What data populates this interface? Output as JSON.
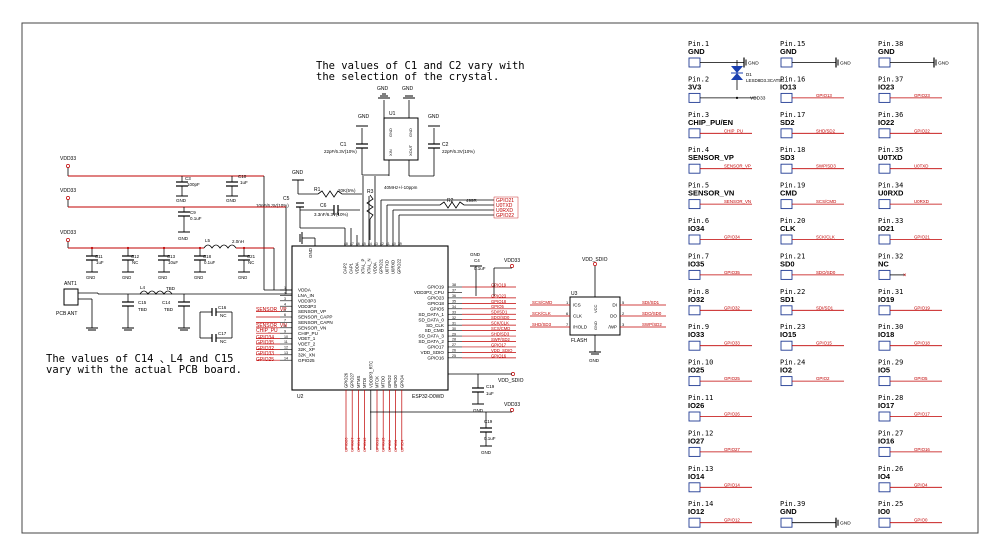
{
  "notes": {
    "crystal_line1": "The values of C1 and C2 vary with",
    "crystal_line2": "the selection of the crystal.",
    "pcb_line1": "The values of C14 、L4 and C15",
    "pcb_line2": "vary with the actual PCB board."
  },
  "net_labels": {
    "vdd33": "VDD33",
    "gnd": "GND",
    "vdd_sdio": "VDD_SDIO",
    "sensor_vp": "SENSOR_VP",
    "sensor_vn": "SENSOR_VN",
    "chip_pu": "CHIP_PU"
  },
  "components": {
    "u1": {
      "ref": "U1",
      "pins": [
        "GND",
        "XIN",
        "GND",
        "XOUT"
      ],
      "value": "40MHz+/-10ppm"
    },
    "c1": {
      "ref": "C1",
      "value": "22pF/6.3V(10%)"
    },
    "c2": {
      "ref": "C2",
      "value": "22pF/6.3V(10%)"
    },
    "r1": {
      "ref": "R1",
      "value": "20K(5%)"
    },
    "c5": {
      "ref": "C5",
      "value": "10nF/6.3V(10%)"
    },
    "c6": {
      "ref": "C6",
      "value": "3.3nF/6.3V(10%)"
    },
    "r2": {
      "ref": "R2",
      "value": "499R"
    },
    "r3": {
      "ref": "R3"
    },
    "c3": {
      "ref": "C3",
      "value": "100pF"
    },
    "c10": {
      "ref": "C10",
      "value": "1uF"
    },
    "c9": {
      "ref": "C9",
      "value": "0.1uF"
    },
    "c11": {
      "ref": "C11",
      "value": "1uF"
    },
    "c12": {
      "ref": "C12",
      "value": "NC"
    },
    "c13": {
      "ref": "C13",
      "value": "10uF"
    },
    "c18": {
      "ref": "C18",
      "value": "0.1uF"
    },
    "c21": {
      "ref": "C21",
      "value": "NC"
    },
    "l5": {
      "ref": "L5",
      "value": "2.0nH"
    },
    "l4": {
      "ref": "L4",
      "value": "TBD"
    },
    "c15": {
      "ref": "C15",
      "value": "TBD"
    },
    "c14": {
      "ref": "C14",
      "value": "TBD"
    },
    "c16": {
      "ref": "C16",
      "value": "NC"
    },
    "c17": {
      "ref": "C17",
      "value": "NC"
    },
    "c4": {
      "ref": "C4",
      "value": "0.1uF"
    },
    "c19b": {
      "ref": "C19",
      "value": "1uF"
    },
    "c19": {
      "ref": "C19",
      "value": "0.1uF"
    },
    "d1": {
      "ref": "D1",
      "value": "LESD8D3.3CAT5G"
    },
    "ant": {
      "ref": "ANT1",
      "value": "PCB ANT"
    },
    "u2": {
      "ref": "U2",
      "value": "ESP32-D0WD"
    },
    "u3": {
      "ref": "U3",
      "value": "FLASH",
      "left_pins": [
        "/CS",
        "CLK",
        "/HOLD"
      ],
      "right_pins": [
        "DI",
        "DO",
        "/WP"
      ],
      "top_pin": "VCC",
      "bottom_pin": "GND",
      "left_nums": [
        "1",
        "6",
        "7"
      ],
      "right_nums": [
        "5",
        "2",
        "3"
      ],
      "left_nets": [
        "SCS/CMD",
        "SCK/CLK",
        "SHD/SD3"
      ],
      "right_nets": [
        "SDI/SD1",
        "SDO/SD0",
        "SWP/SD2"
      ]
    }
  },
  "u2_left_pins": [
    {
      "num": "1",
      "name": "VDDA"
    },
    {
      "num": "2",
      "name": "LNA_IN"
    },
    {
      "num": "3",
      "name": "VDD3P3"
    },
    {
      "num": "4",
      "name": "VDD3P3"
    },
    {
      "num": "5",
      "name": "SENSOR_VP"
    },
    {
      "num": "6",
      "name": "SENSOR_CAPP"
    },
    {
      "num": "7",
      "name": "SENSOR_CAPN"
    },
    {
      "num": "8",
      "name": "SENSOR_VN"
    },
    {
      "num": "9",
      "name": "CHIP_PU"
    },
    {
      "num": "10",
      "name": "VDET_1"
    },
    {
      "num": "11",
      "name": "VDET_2"
    },
    {
      "num": "12",
      "name": "32K_XP"
    },
    {
      "num": "13",
      "name": "32K_XN"
    },
    {
      "num": "14",
      "name": "GPIO25"
    }
  ],
  "u2_left_nets": [
    "SENSOR_VP",
    "",
    "",
    "SENSOR_VN",
    "CHIP_PU",
    "GPIO34",
    "GPIO35",
    "GPIO32",
    "GPIO33",
    "GPIO25"
  ],
  "u2_right_pins": [
    {
      "num": "38",
      "name": "GPIO19"
    },
    {
      "num": "37",
      "name": "VDD3P3_CPU"
    },
    {
      "num": "36",
      "name": "GPIO23"
    },
    {
      "num": "35",
      "name": "GPIO18"
    },
    {
      "num": "34",
      "name": "GPIO5"
    },
    {
      "num": "33",
      "name": "SD_DATA_1"
    },
    {
      "num": "32",
      "name": "SD_DATA_0"
    },
    {
      "num": "31",
      "name": "SD_CLK"
    },
    {
      "num": "30",
      "name": "SD_CMD"
    },
    {
      "num": "29",
      "name": "SD_DATA_3"
    },
    {
      "num": "28",
      "name": "SD_DATA_2"
    },
    {
      "num": "27",
      "name": "GPIO17"
    },
    {
      "num": "26",
      "name": "VDD_SDIO"
    },
    {
      "num": "25",
      "name": "GPIO16"
    }
  ],
  "u2_right_nets": [
    "GPIO19",
    "",
    "GPIO23",
    "GPIO18",
    "GPIO5",
    "SDI/SD1",
    "SDO/SD0",
    "SCK/CLK",
    "SCS/CMD",
    "SHD/SD3",
    "SWP/SD2",
    "GPIO17",
    "VDD_SDIO",
    "GPIO16"
  ],
  "u2_top_pins": [
    "CAP2",
    "CAP1",
    "VDDA",
    "XTAL_P",
    "XTAL_N",
    "VDDA",
    "GPIO21",
    "U0TXD",
    "U0RXD",
    "GPIO22"
  ],
  "u2_top_nums": [
    "48",
    "47",
    "46",
    "45",
    "44",
    "43",
    "42",
    "41",
    "40",
    "39"
  ],
  "u2_bottom_pins": [
    "GPIO26",
    "GPIO27",
    "MTMS",
    "MTDI",
    "VDD3P3_RTC",
    "MTCK",
    "MTDO",
    "GPIO2",
    "GPIO0",
    "GPIO4"
  ],
  "u2_bottom_nets": [
    "GPIO26",
    "GPIO27",
    "GPIO14",
    "GPIO12",
    "",
    "GPIO13",
    "GPIO15",
    "GPIO2",
    "GPIO0",
    "GPIO4"
  ],
  "u2_top_nets": [
    "GPIO21",
    "U0TXD",
    "U0RXD",
    "GPIO22"
  ],
  "header_pins": [
    {
      "pin": "Pin.1",
      "name": "GND",
      "net": "GND",
      "col": 0,
      "row": 0
    },
    {
      "pin": "Pin.2",
      "name": "3V3",
      "net": "VDD33",
      "col": 0,
      "row": 1
    },
    {
      "pin": "Pin.3",
      "name": "CHIP_PU/EN",
      "net": "CHIP_PU",
      "col": 0,
      "row": 2
    },
    {
      "pin": "Pin.4",
      "name": "SENSOR_VP",
      "net": "SENSOR_VP",
      "col": 0,
      "row": 3
    },
    {
      "pin": "Pin.5",
      "name": "SENSOR_VN",
      "net": "SENSOR_VN",
      "col": 0,
      "row": 4
    },
    {
      "pin": "Pin.6",
      "name": "IO34",
      "net": "GPIO34",
      "col": 0,
      "row": 5
    },
    {
      "pin": "Pin.7",
      "name": "IO35",
      "net": "GPIO35",
      "col": 0,
      "row": 6
    },
    {
      "pin": "Pin.8",
      "name": "IO32",
      "net": "GPIO32",
      "col": 0,
      "row": 7
    },
    {
      "pin": "Pin.9",
      "name": "IO33",
      "net": "GPIO33",
      "col": 0,
      "row": 8
    },
    {
      "pin": "Pin.10",
      "name": "IO25",
      "net": "GPIO25",
      "col": 0,
      "row": 9
    },
    {
      "pin": "Pin.11",
      "name": "IO26",
      "net": "GPIO26",
      "col": 0,
      "row": 10
    },
    {
      "pin": "Pin.12",
      "name": "IO27",
      "net": "GPIO27",
      "col": 0,
      "row": 11
    },
    {
      "pin": "Pin.13",
      "name": "IO14",
      "net": "GPIO14",
      "col": 0,
      "row": 12
    },
    {
      "pin": "Pin.14",
      "name": "IO12",
      "net": "GPIO12",
      "col": 0,
      "row": 13
    },
    {
      "pin": "Pin.15",
      "name": "GND",
      "net": "GND",
      "col": 1,
      "row": 0
    },
    {
      "pin": "Pin.16",
      "name": "IO13",
      "net": "GPIO13",
      "col": 1,
      "row": 1
    },
    {
      "pin": "Pin.17",
      "name": "SD2",
      "net": "SHD/SD2",
      "col": 1,
      "row": 2
    },
    {
      "pin": "Pin.18",
      "name": "SD3",
      "net": "SWP/SD3",
      "col": 1,
      "row": 3
    },
    {
      "pin": "Pin.19",
      "name": "CMD",
      "net": "SCS/CMD",
      "col": 1,
      "row": 4
    },
    {
      "pin": "Pin.20",
      "name": "CLK",
      "net": "SCK/CLK",
      "col": 1,
      "row": 5
    },
    {
      "pin": "Pin.21",
      "name": "SD0",
      "net": "SDO/SD0",
      "col": 1,
      "row": 6
    },
    {
      "pin": "Pin.22",
      "name": "SD1",
      "net": "SDI/SD1",
      "col": 1,
      "row": 7
    },
    {
      "pin": "Pin.23",
      "name": "IO15",
      "net": "GPIO15",
      "col": 1,
      "row": 8
    },
    {
      "pin": "Pin.24",
      "name": "IO2",
      "net": "GPIO2",
      "col": 1,
      "row": 9
    },
    {
      "pin": "Pin.39",
      "name": "GND",
      "net": "GND",
      "col": 1,
      "row": 13
    },
    {
      "pin": "Pin.38",
      "name": "GND",
      "net": "GND",
      "col": 2,
      "row": 0
    },
    {
      "pin": "Pin.37",
      "name": "IO23",
      "net": "GPIO23",
      "col": 2,
      "row": 1
    },
    {
      "pin": "Pin.36",
      "name": "IO22",
      "net": "GPIO22",
      "col": 2,
      "row": 2
    },
    {
      "pin": "Pin.35",
      "name": "U0TXD",
      "net": "U0TXD",
      "col": 2,
      "row": 3
    },
    {
      "pin": "Pin.34",
      "name": "U0RXD",
      "net": "U0RXD",
      "col": 2,
      "row": 4
    },
    {
      "pin": "Pin.33",
      "name": "IO21",
      "net": "GPIO21",
      "col": 2,
      "row": 5
    },
    {
      "pin": "Pin.32",
      "name": "NC",
      "net": "",
      "col": 2,
      "row": 6
    },
    {
      "pin": "Pin.31",
      "name": "IO19",
      "net": "GPIO19",
      "col": 2,
      "row": 7
    },
    {
      "pin": "Pin.30",
      "name": "IO18",
      "net": "GPIO18",
      "col": 2,
      "row": 8
    },
    {
      "pin": "Pin.29",
      "name": "IO5",
      "net": "GPIO5",
      "col": 2,
      "row": 9
    },
    {
      "pin": "Pin.28",
      "name": "IO17",
      "net": "GPIO17",
      "col": 2,
      "row": 10
    },
    {
      "pin": "Pin.27",
      "name": "IO16",
      "net": "GPIO16",
      "col": 2,
      "row": 11
    },
    {
      "pin": "Pin.26",
      "name": "IO4",
      "net": "GPIO4",
      "col": 2,
      "row": 12
    },
    {
      "pin": "Pin.25",
      "name": "IO0",
      "net": "GPIO0",
      "col": 2,
      "row": 13
    }
  ],
  "colors": {
    "wire": "#000000",
    "net_red": "#c00000",
    "pin_red": "#8b0000",
    "header_blue": "#1f3a93",
    "diode_blue": "#1a3fb0",
    "frame": "#444444",
    "net_bus": "#8b1a1a"
  }
}
